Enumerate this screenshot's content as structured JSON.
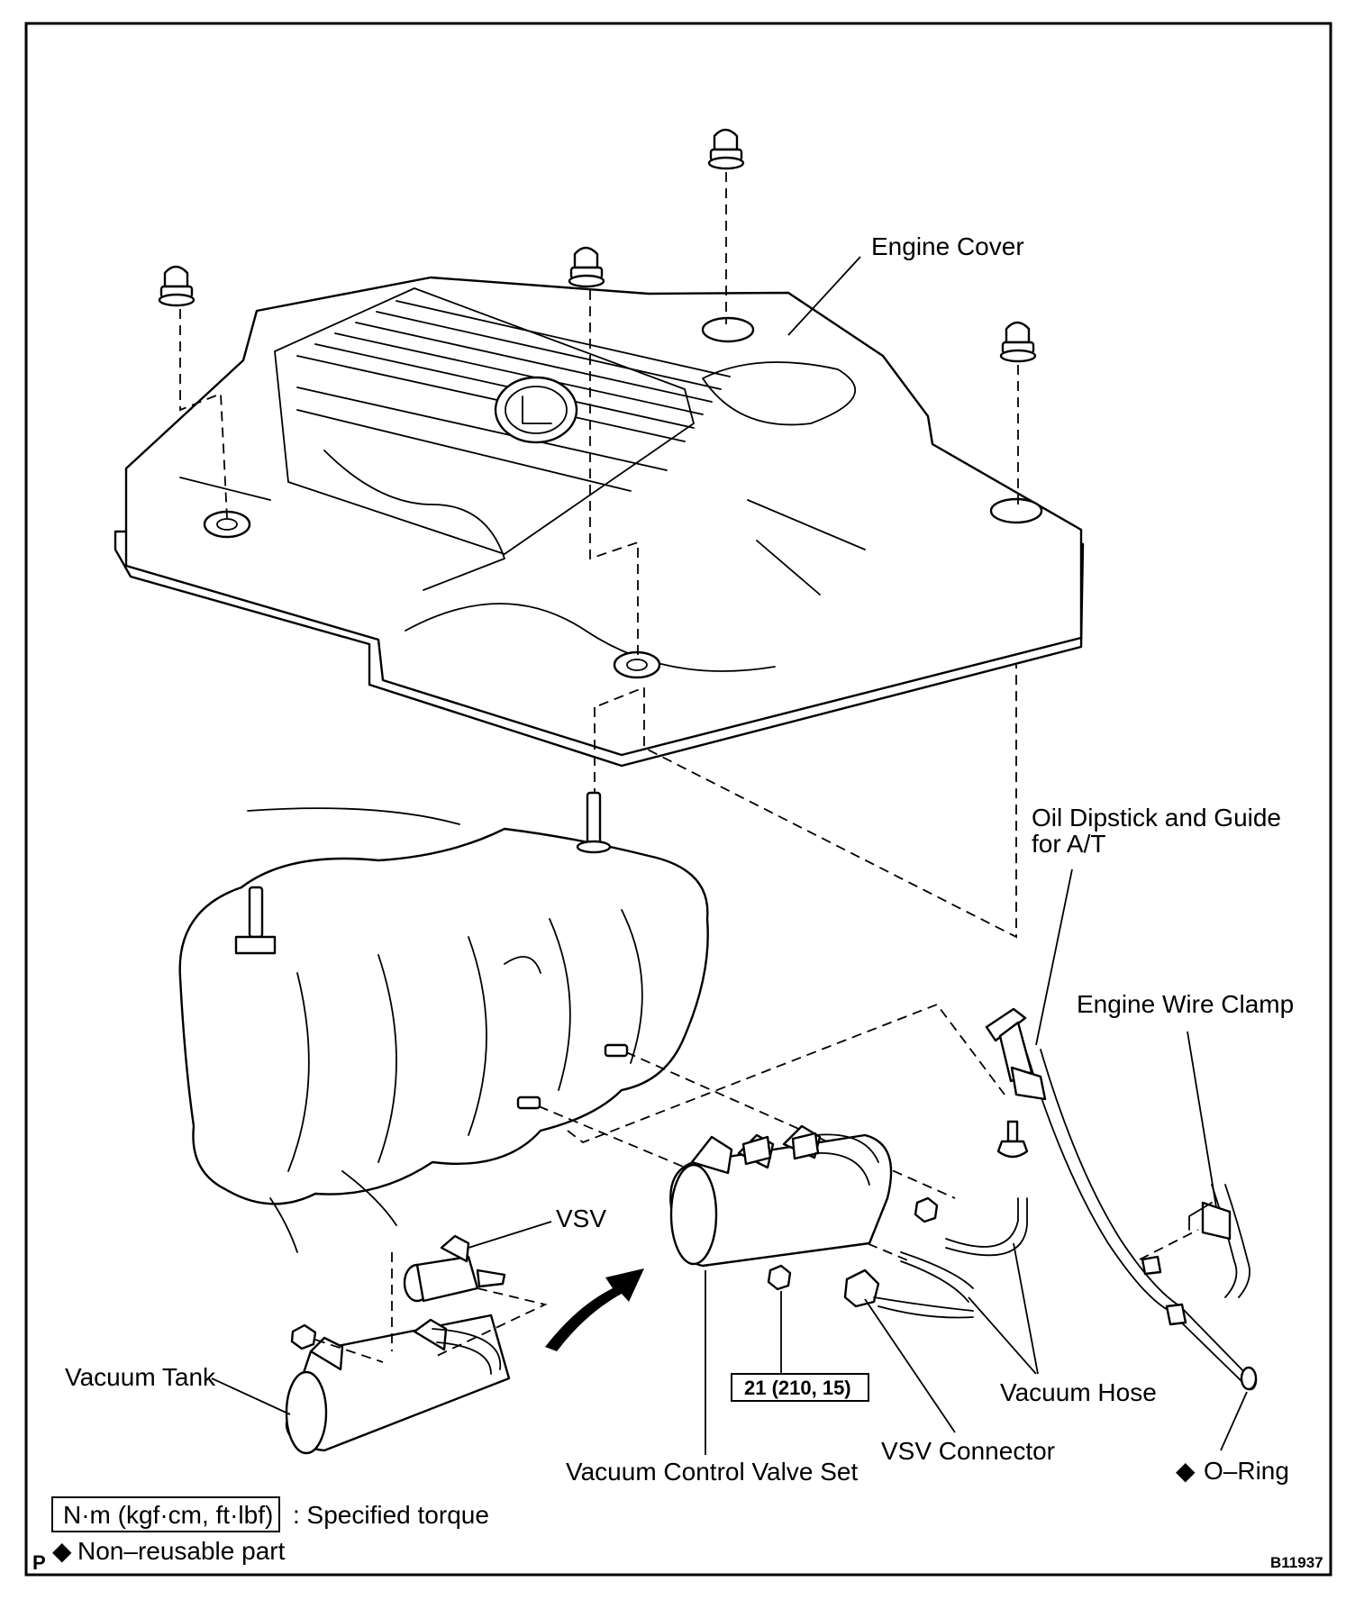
{
  "labels": {
    "engine_cover": "Engine Cover",
    "oil_dipstick_line1": "Oil Dipstick and Guide",
    "oil_dipstick_line2": "for A/T",
    "engine_wire_clamp": "Engine Wire Clamp",
    "vsv": "VSV",
    "vacuum_tank": "Vacuum Tank",
    "vacuum_hose": "Vacuum Hose",
    "vsv_connector": "VSV Connector",
    "vacuum_control_valve_set": "Vacuum Control Valve Set",
    "o_ring": "O–Ring",
    "torque_value": "21 (210, 15)"
  },
  "legend": {
    "torque_unit": "N·m (kgf·cm, ft·lbf)",
    "torque_desc": ": Specified torque",
    "non_reusable": "Non–reusable part",
    "diamond_symbol": "◆"
  },
  "corner": {
    "page_marker": "P",
    "figure_code": "B11937"
  }
}
